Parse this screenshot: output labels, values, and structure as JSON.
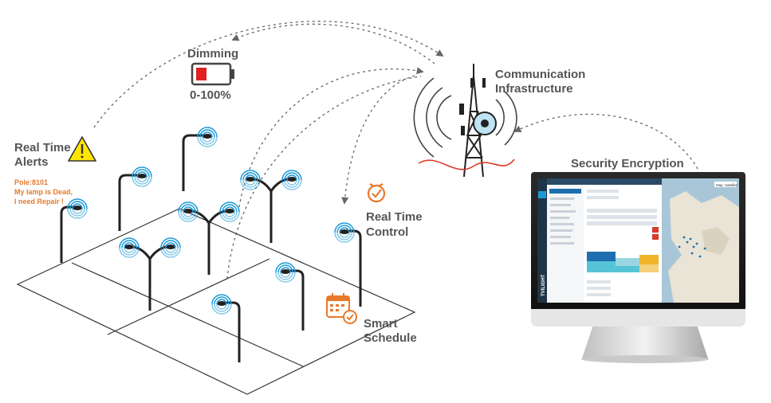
{
  "labels": {
    "dimming": "Dimming",
    "dimming_range": "0-100%",
    "communication_line1": "Communication",
    "communication_line2": "Infrastructure",
    "security": "Security Encryption",
    "alerts_line1": "Real Time",
    "alerts_line2": "Alerts",
    "alert_pole": "Pole:8101",
    "alert_msg1": "My lamp is Dead,",
    "alert_msg2": "I need Repair !",
    "control_line1": "Real Time",
    "control_line2": "Control",
    "schedule_line1": "Smart",
    "schedule_line2": "Schedule"
  },
  "monitor": {
    "brand": "TVILIGHT",
    "map_button_1": "Map",
    "map_button_2": "Satellite"
  },
  "colors": {
    "orange": "#e8792a",
    "signal_blue": "#1d9ad6",
    "text_gray": "#555555",
    "battery_red": "#e02020",
    "warning_yellow": "#ffe600"
  },
  "icons": [
    "warning-icon",
    "battery-icon",
    "clock-check-icon",
    "calendar-check-icon",
    "radio-tower-icon",
    "monitor-icon"
  ]
}
